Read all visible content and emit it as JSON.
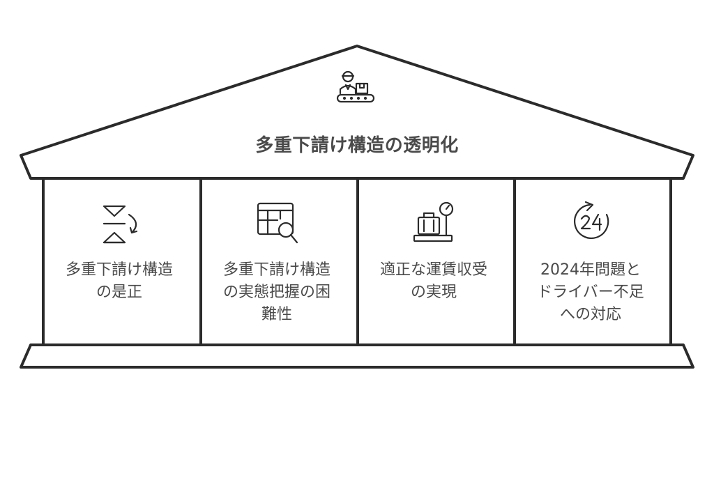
{
  "roof": {
    "title": "多重下請け構造の透明化",
    "icon": "worker-conveyor-icon"
  },
  "pillars": [
    {
      "label": "多重下請け構造\nの是正",
      "icon": "hourglass-cycle-icon"
    },
    {
      "label": "多重下請け構造\nの実態把握の困\n難性",
      "icon": "table-search-icon"
    },
    {
      "label": "適正な運賃収受\nの実現",
      "icon": "luggage-scale-icon"
    },
    {
      "label": "2024年問題と\nドライバー不足\nへの対応",
      "icon": "24-hour-cycle-icon"
    }
  ],
  "colors": {
    "stroke": "#2b2b2b",
    "text": "#4a4a4a",
    "background": "#ffffff"
  }
}
